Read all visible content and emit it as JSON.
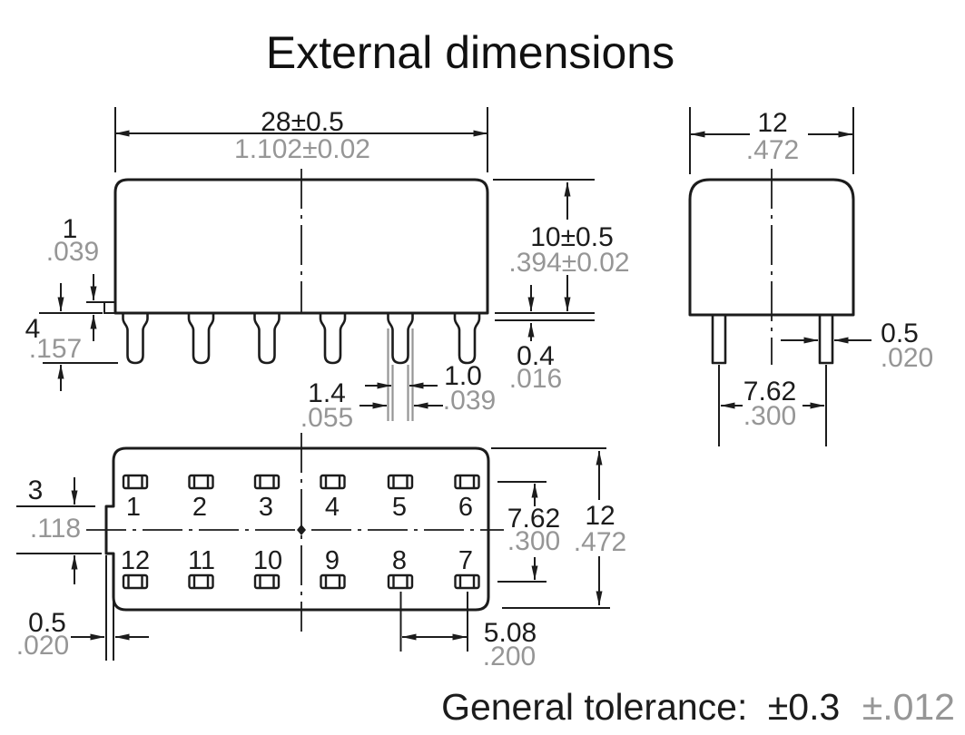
{
  "title": "External dimensions",
  "general_tolerance": {
    "label": "General tolerance:",
    "mm": "±0.3",
    "inch": "±.012"
  },
  "colors": {
    "line": "#1c1c1c",
    "secondary_dim": "#969696",
    "background": "#ffffff"
  },
  "front_view": {
    "width": {
      "mm": "28±0.5",
      "inch": "1.102±0.02"
    },
    "height": {
      "mm": "10±0.5",
      "inch": ".394±0.02"
    },
    "notch": {
      "mm": "1",
      "inch": ".039"
    },
    "pin_length": {
      "mm": "4",
      "inch": ".157"
    },
    "pin_wide": {
      "mm": "1.4",
      "inch": ".055"
    },
    "pin_narrow": {
      "mm": "1.0",
      "inch": ".039"
    },
    "standoff": {
      "mm": "0.4",
      "inch": ".016"
    }
  },
  "side_view": {
    "width": {
      "mm": "12",
      "inch": ".472"
    },
    "pin_thickness": {
      "mm": "0.5",
      "inch": ".020"
    },
    "pin_pitch": {
      "mm": "7.62",
      "inch": ".300"
    }
  },
  "bottom_view": {
    "top_row": [
      "1",
      "2",
      "3",
      "4",
      "5",
      "6"
    ],
    "bottom_row": [
      "12",
      "11",
      "10",
      "9",
      "8",
      "7"
    ],
    "tab_height": {
      "mm": "3",
      "inch": ".118"
    },
    "tab_width": {
      "mm": "0.5",
      "inch": ".020"
    },
    "row_pitch": {
      "mm": "7.62",
      "inch": ".300"
    },
    "body_depth": {
      "mm": "12",
      "inch": ".472"
    },
    "pin_pitch": {
      "mm": "5.08",
      "inch": ".200"
    }
  }
}
